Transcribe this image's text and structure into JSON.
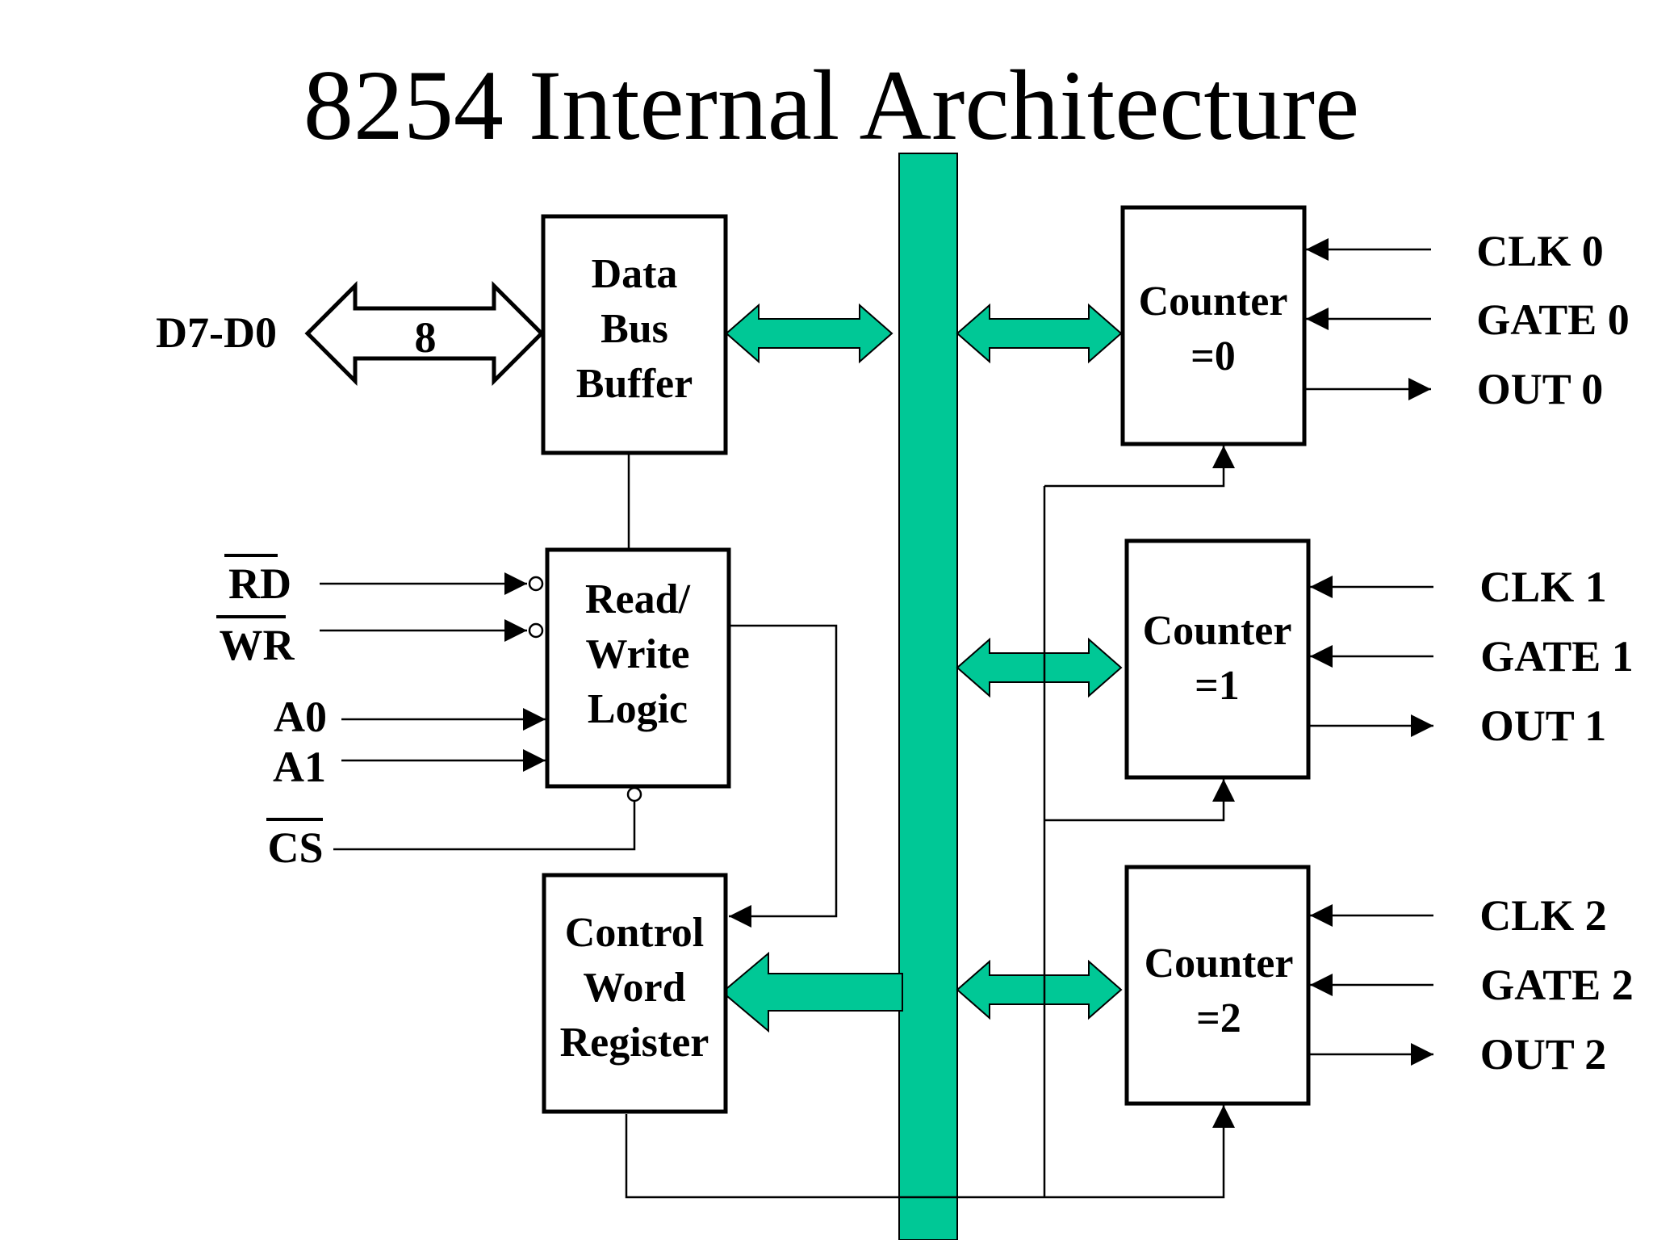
{
  "title": "8254 Internal Architecture",
  "colors": {
    "bus": "#00c896",
    "line": "#000000",
    "background": "#ffffff"
  },
  "blocks": {
    "data_bus_buffer": [
      "Data",
      "Bus",
      "Buffer"
    ],
    "read_write_logic": [
      "Read/",
      "Write",
      "Logic"
    ],
    "control_word_register": [
      "Control",
      "Word",
      "Register"
    ],
    "counter0": [
      "Counter",
      "=0"
    ],
    "counter1": [
      "Counter",
      "=1"
    ],
    "counter2": [
      "Counter",
      "=2"
    ]
  },
  "data_bus": {
    "label": "D7-D0",
    "width": "8"
  },
  "control_inputs": {
    "rd": "RD",
    "wr": "WR",
    "a0": "A0",
    "a1": "A1",
    "cs": "CS"
  },
  "counter_signals": {
    "c0": {
      "clk": "CLK 0",
      "gate": "GATE 0",
      "out": "OUT 0"
    },
    "c1": {
      "clk": "CLK 1",
      "gate": "GATE 1",
      "out": "OUT 1"
    },
    "c2": {
      "clk": "CLK 2",
      "gate": "GATE 2",
      "out": "OUT 2"
    }
  }
}
